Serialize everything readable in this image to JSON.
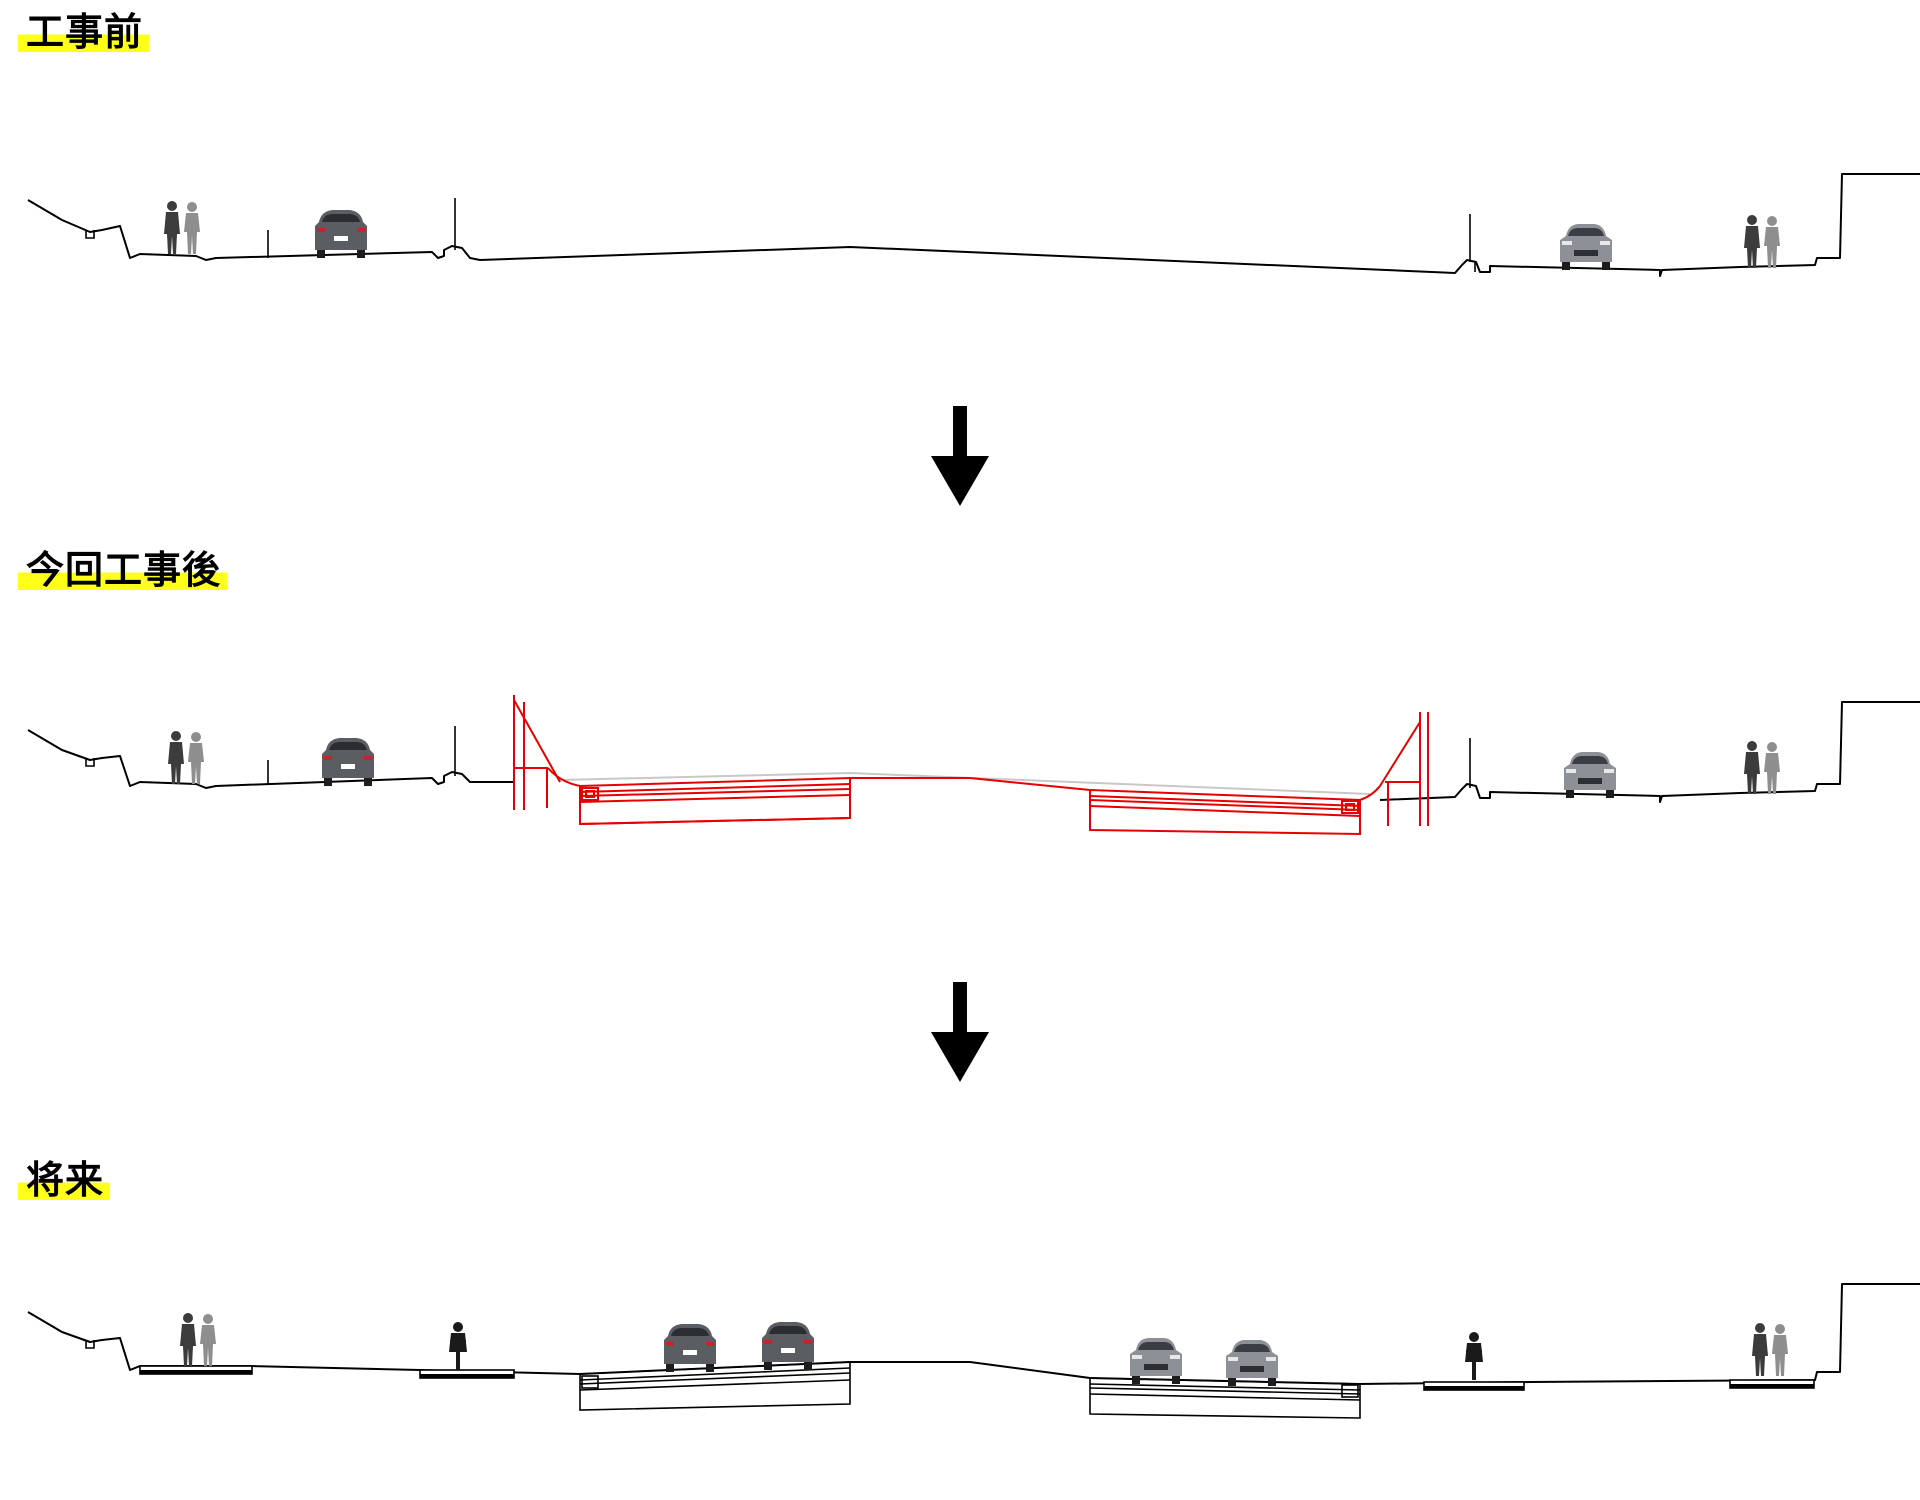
{
  "stages": [
    {
      "id": "before",
      "label": "工事前"
    },
    {
      "id": "after",
      "label": "今回工事後"
    },
    {
      "id": "future",
      "label": "将来"
    }
  ],
  "colors": {
    "label_highlight": "#ffff1a",
    "new_structure": "#e60000",
    "car_dark": "#5a5d62",
    "car_light": "#8d9197"
  },
  "icons": [
    "pedestrian-pair-icon",
    "sedan-rear-icon",
    "sedan-front-icon",
    "cyclist-icon",
    "down-arrow-icon"
  ]
}
